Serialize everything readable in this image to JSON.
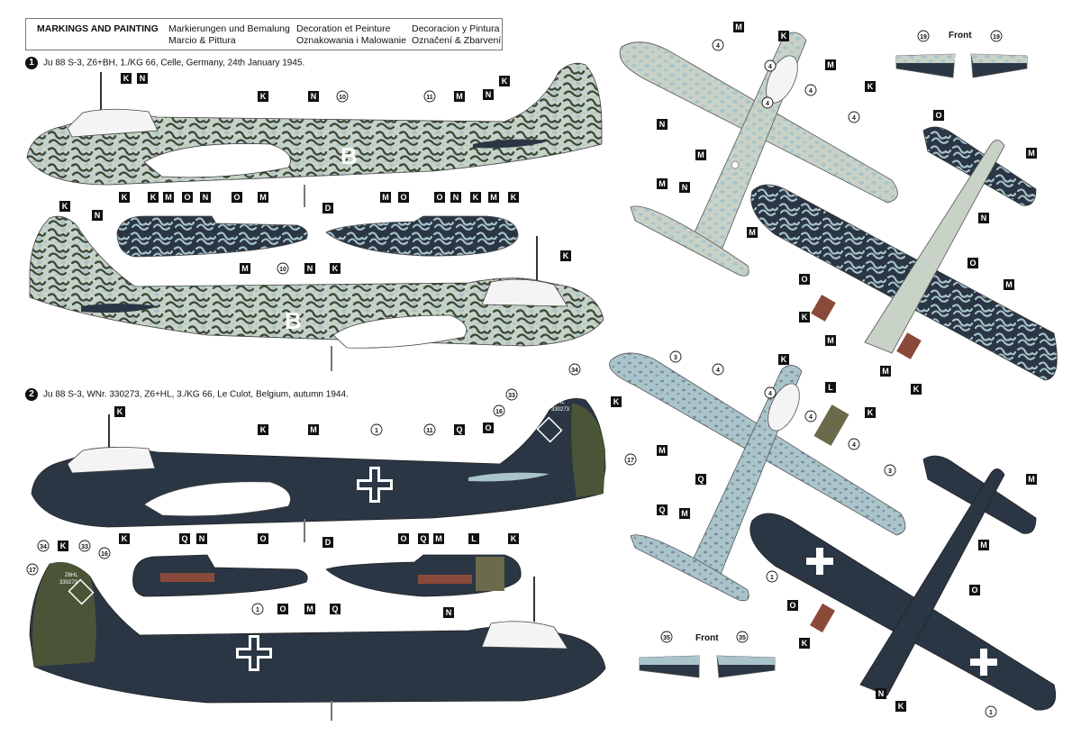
{
  "header": {
    "title": "MARKINGS AND PAINTING",
    "columns": [
      [
        "Markierungen und Bemalung",
        "Marcio & Pittura"
      ],
      [
        "Decoration et Peinture",
        "Oznakowania i Malowanie"
      ],
      [
        "Decoracion y Pintura",
        "Označení & Zbarvení"
      ]
    ]
  },
  "schemes": [
    {
      "number": "1",
      "title": "Ju 88 S-3, Z6+BH, 1./KG 66, Celle, Germany, 24th January 1945."
    },
    {
      "number": "2",
      "title": "Ju 88 S-3, WNr. 330273, Z6+HL, 3./KG 66, Le Culot, Belgium, autumn 1944."
    }
  ],
  "fuselage_code_letter": "B",
  "tail_texts": {
    "code": "Z6HL",
    "werknummer": "330273"
  },
  "front_label": "Front",
  "callouts": {
    "K": "K",
    "N": "N",
    "M": "M",
    "O": "O",
    "D": "D",
    "L": "L",
    "Q": "Q",
    "n1": "1",
    "n3": "3",
    "n4": "4",
    "n10": "10",
    "n11": "11",
    "n16": "16",
    "n17": "17",
    "n19": "19",
    "n33": "33",
    "n34": "34",
    "n35": "35"
  },
  "colors": {
    "pale_grey_green": "#c9d2c6",
    "light_blue_grey": "#a9c5cb",
    "dark_green_squiggle": "#3a4634",
    "night_blue_black": "#2b3645",
    "tail_olive": "#4a5437",
    "exhaust_red_brown": "#8a4a3a",
    "spinner_olive": "#6b6a4a"
  }
}
